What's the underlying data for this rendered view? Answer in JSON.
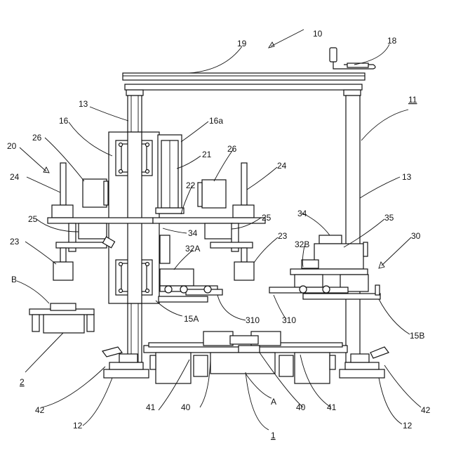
{
  "figure": {
    "labels": {
      "l10": "10",
      "l19": "19",
      "l18": "18",
      "l11": "11",
      "l13a": "13",
      "l13b": "13",
      "l16": "16",
      "l16a": "16a",
      "l20": "20",
      "l26a": "26",
      "l26b": "26",
      "l21": "21",
      "l24a": "24",
      "l24b": "24",
      "l22": "22",
      "l25a": "25",
      "l25b": "25",
      "l34a": "34",
      "l34b": "34",
      "l35": "35",
      "l23a": "23",
      "l23b": "23",
      "l32A": "32A",
      "l32B": "32B",
      "l30": "30",
      "lB": "B",
      "l15A": "15A",
      "l310a": "310",
      "l310b": "310",
      "l15B": "15B",
      "l2": "2",
      "l42a": "42",
      "l42b": "42",
      "l41a": "41",
      "l40a": "40",
      "lA": "A",
      "l40b": "40",
      "l41b": "41",
      "l12a": "12",
      "l12b": "12",
      "l1": "1"
    }
  }
}
